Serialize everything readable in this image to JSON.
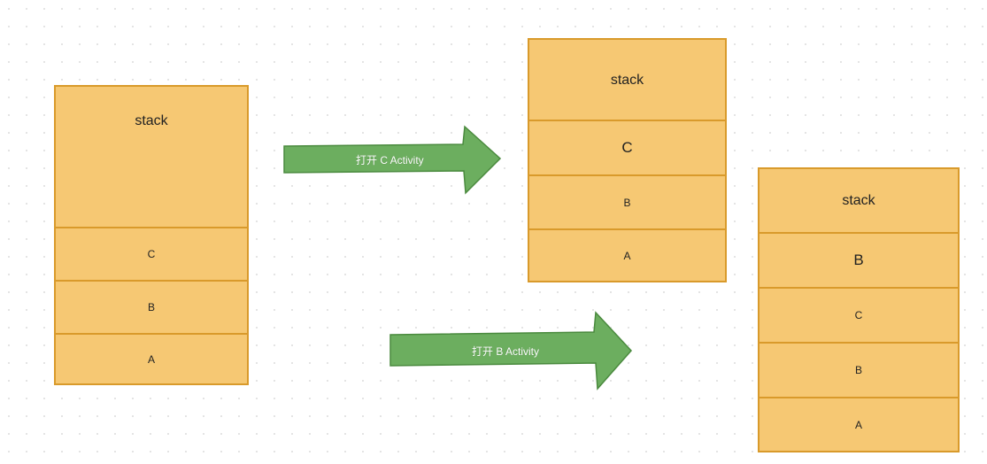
{
  "colors": {
    "stack_fill": "#f6c873",
    "stack_border": "#d99a2b",
    "arrow_fill": "#6cae5f",
    "arrow_border": "#4a8a3e"
  },
  "stack1": {
    "title": "stack",
    "items": [
      "C",
      "B",
      "A"
    ]
  },
  "stack2": {
    "title": "stack",
    "items": [
      "C",
      "B",
      "A"
    ]
  },
  "stack3": {
    "title": "stack",
    "items": [
      "B",
      "C",
      "B",
      "A"
    ]
  },
  "arrow1": {
    "label": "打开 C Activity"
  },
  "arrow2": {
    "label": "打开 B Activity"
  }
}
